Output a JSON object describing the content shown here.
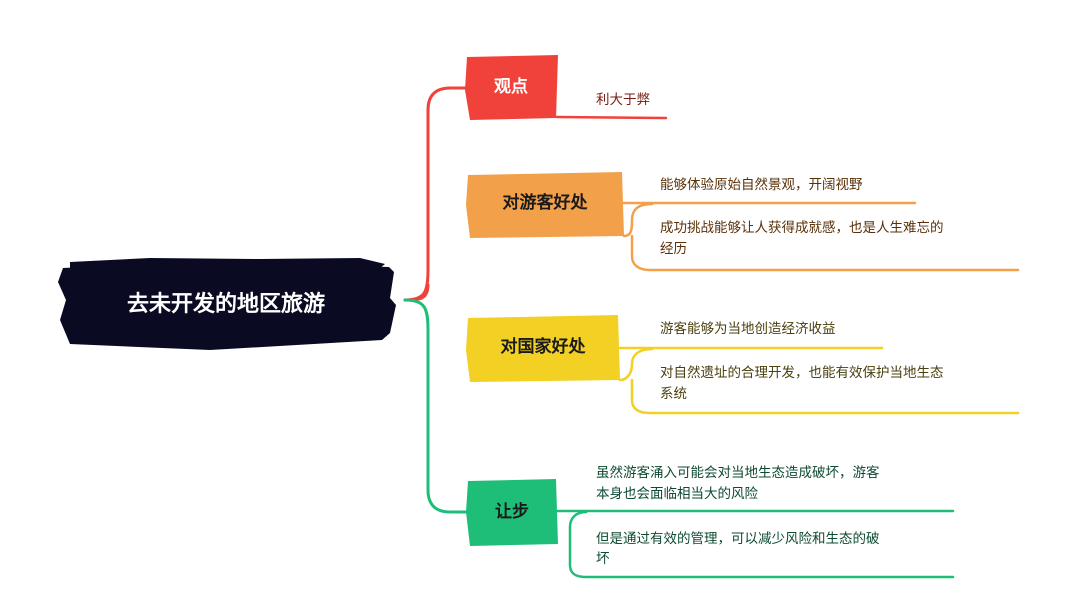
{
  "root": {
    "label": "去未开发的地区旅游",
    "color": "#0a0a23",
    "text_color": "#ffffff"
  },
  "branches": [
    {
      "label": "观点",
      "color": "#f0413a",
      "text_color": "#ffffff",
      "leaves": [
        {
          "lines": [
            "利大于弊"
          ],
          "text_color": "#7a1a12"
        }
      ]
    },
    {
      "label": "对游客好处",
      "color": "#f3a04a",
      "text_color": "#1a1a1a",
      "leaves": [
        {
          "lines": [
            "能够体验原始自然景观，开阔视野"
          ],
          "text_color": "#5a3008"
        },
        {
          "lines": [
            "成功挑战能够让人获得成就感，也是人生难忘的",
            "经历"
          ],
          "text_color": "#5a3008"
        }
      ]
    },
    {
      "label": "对国家好处",
      "color": "#f2d024",
      "text_color": "#1a1a1a",
      "leaves": [
        {
          "lines": [
            "游客能够为当地创造经济收益"
          ],
          "text_color": "#4a4010"
        },
        {
          "lines": [
            "对自然遗址的合理开发，也能有效保护当地生态",
            "系统"
          ],
          "text_color": "#4a4010"
        }
      ]
    },
    {
      "label": "让步",
      "color": "#1fbe78",
      "text_color": "#1a1a1a",
      "leaves": [
        {
          "lines": [
            "虽然游客涌入可能会对当地生态造成破坏，游客",
            "本身也会面临相当大的风险"
          ],
          "text_color": "#0d4a30"
        },
        {
          "lines": [
            "但是通过有效的管理，可以减少风险和生态的破",
            "坏"
          ],
          "text_color": "#0d4a30"
        }
      ]
    }
  ]
}
